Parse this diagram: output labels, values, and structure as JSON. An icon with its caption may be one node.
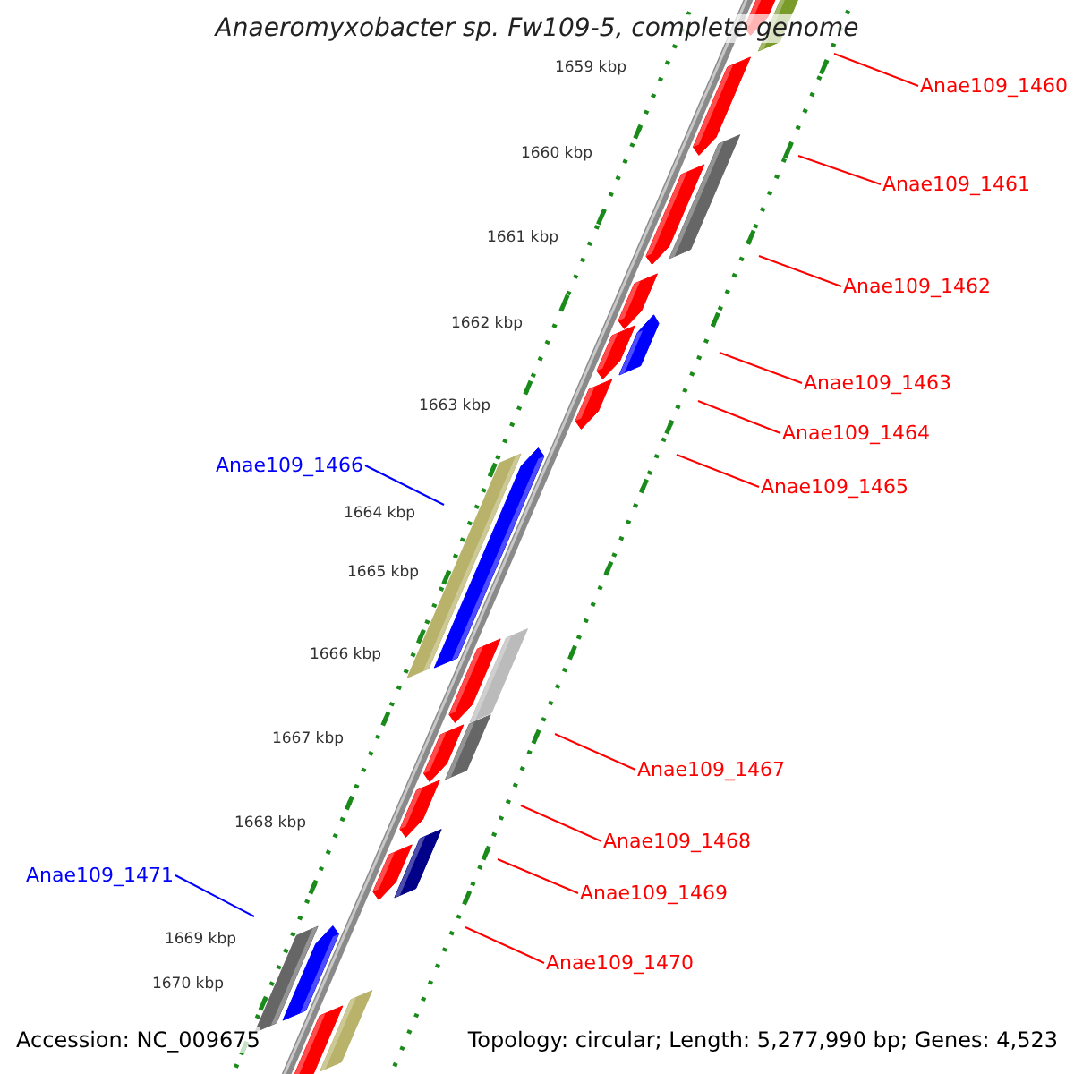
{
  "diagram": {
    "title": "Anaeromyxobacter sp. Fw109-5, complete genome",
    "nodes": [
      {
        "text": [
          "Anae109_1460"
        ]
      },
      {
        "text": [
          "Anae109_1461"
        ]
      },
      {
        "text": [
          "Anae109_1462"
        ]
      },
      {
        "text": [
          "Anae109_1463"
        ]
      },
      {
        "text": [
          "Anae109_1464"
        ]
      },
      {
        "text": [
          "Anae109_1465"
        ]
      },
      {
        "text": [
          "Anae109_1466"
        ]
      },
      {
        "text": [
          "Anae109_1467"
        ]
      },
      {
        "text": [
          "Anae109_1468"
        ]
      },
      {
        "text": [
          "Anae109_1469"
        ]
      },
      {
        "text": [
          "Anae109_1470"
        ]
      },
      {
        "text": [
          "Anae109_1471"
        ]
      }
    ],
    "edges": [
      {
        "from": 0,
        "to": null,
        "arrow": "none"
      },
      {
        "from": 1,
        "to": null,
        "arrow": "none"
      },
      {
        "from": 2,
        "to": null,
        "arrow": "none"
      },
      {
        "from": 3,
        "to": null,
        "arrow": "none"
      },
      {
        "from": 4,
        "to": null,
        "arrow": "none"
      },
      {
        "from": 5,
        "to": null,
        "arrow": "none"
      },
      {
        "from": 6,
        "to": null,
        "arrow": "none",
        "color": "#0000ff"
      },
      {
        "from": 7,
        "to": null,
        "arrow": "none"
      },
      {
        "from": 8,
        "to": null,
        "arrow": "none"
      },
      {
        "from": 9,
        "to": null,
        "arrow": "none"
      },
      {
        "from": 10,
        "to": null,
        "arrow": "none"
      },
      {
        "from": 11,
        "to": null,
        "arrow": "none",
        "color": "#0000ff"
      }
    ],
    "labels": [
      "1659 kbp",
      "1660 kbp",
      "1661 kbp",
      "1662 kbp",
      "1663 kbp",
      "1664 kbp",
      "1665 kbp",
      "1666 kbp",
      "1667 kbp",
      "1668 kbp",
      "1669 kbp",
      "1670 kbp",
      "Accession: NC_009675",
      "Topology: circular; Length: 5,277,990 bp; Genes: 4,523"
    ]
  }
}
